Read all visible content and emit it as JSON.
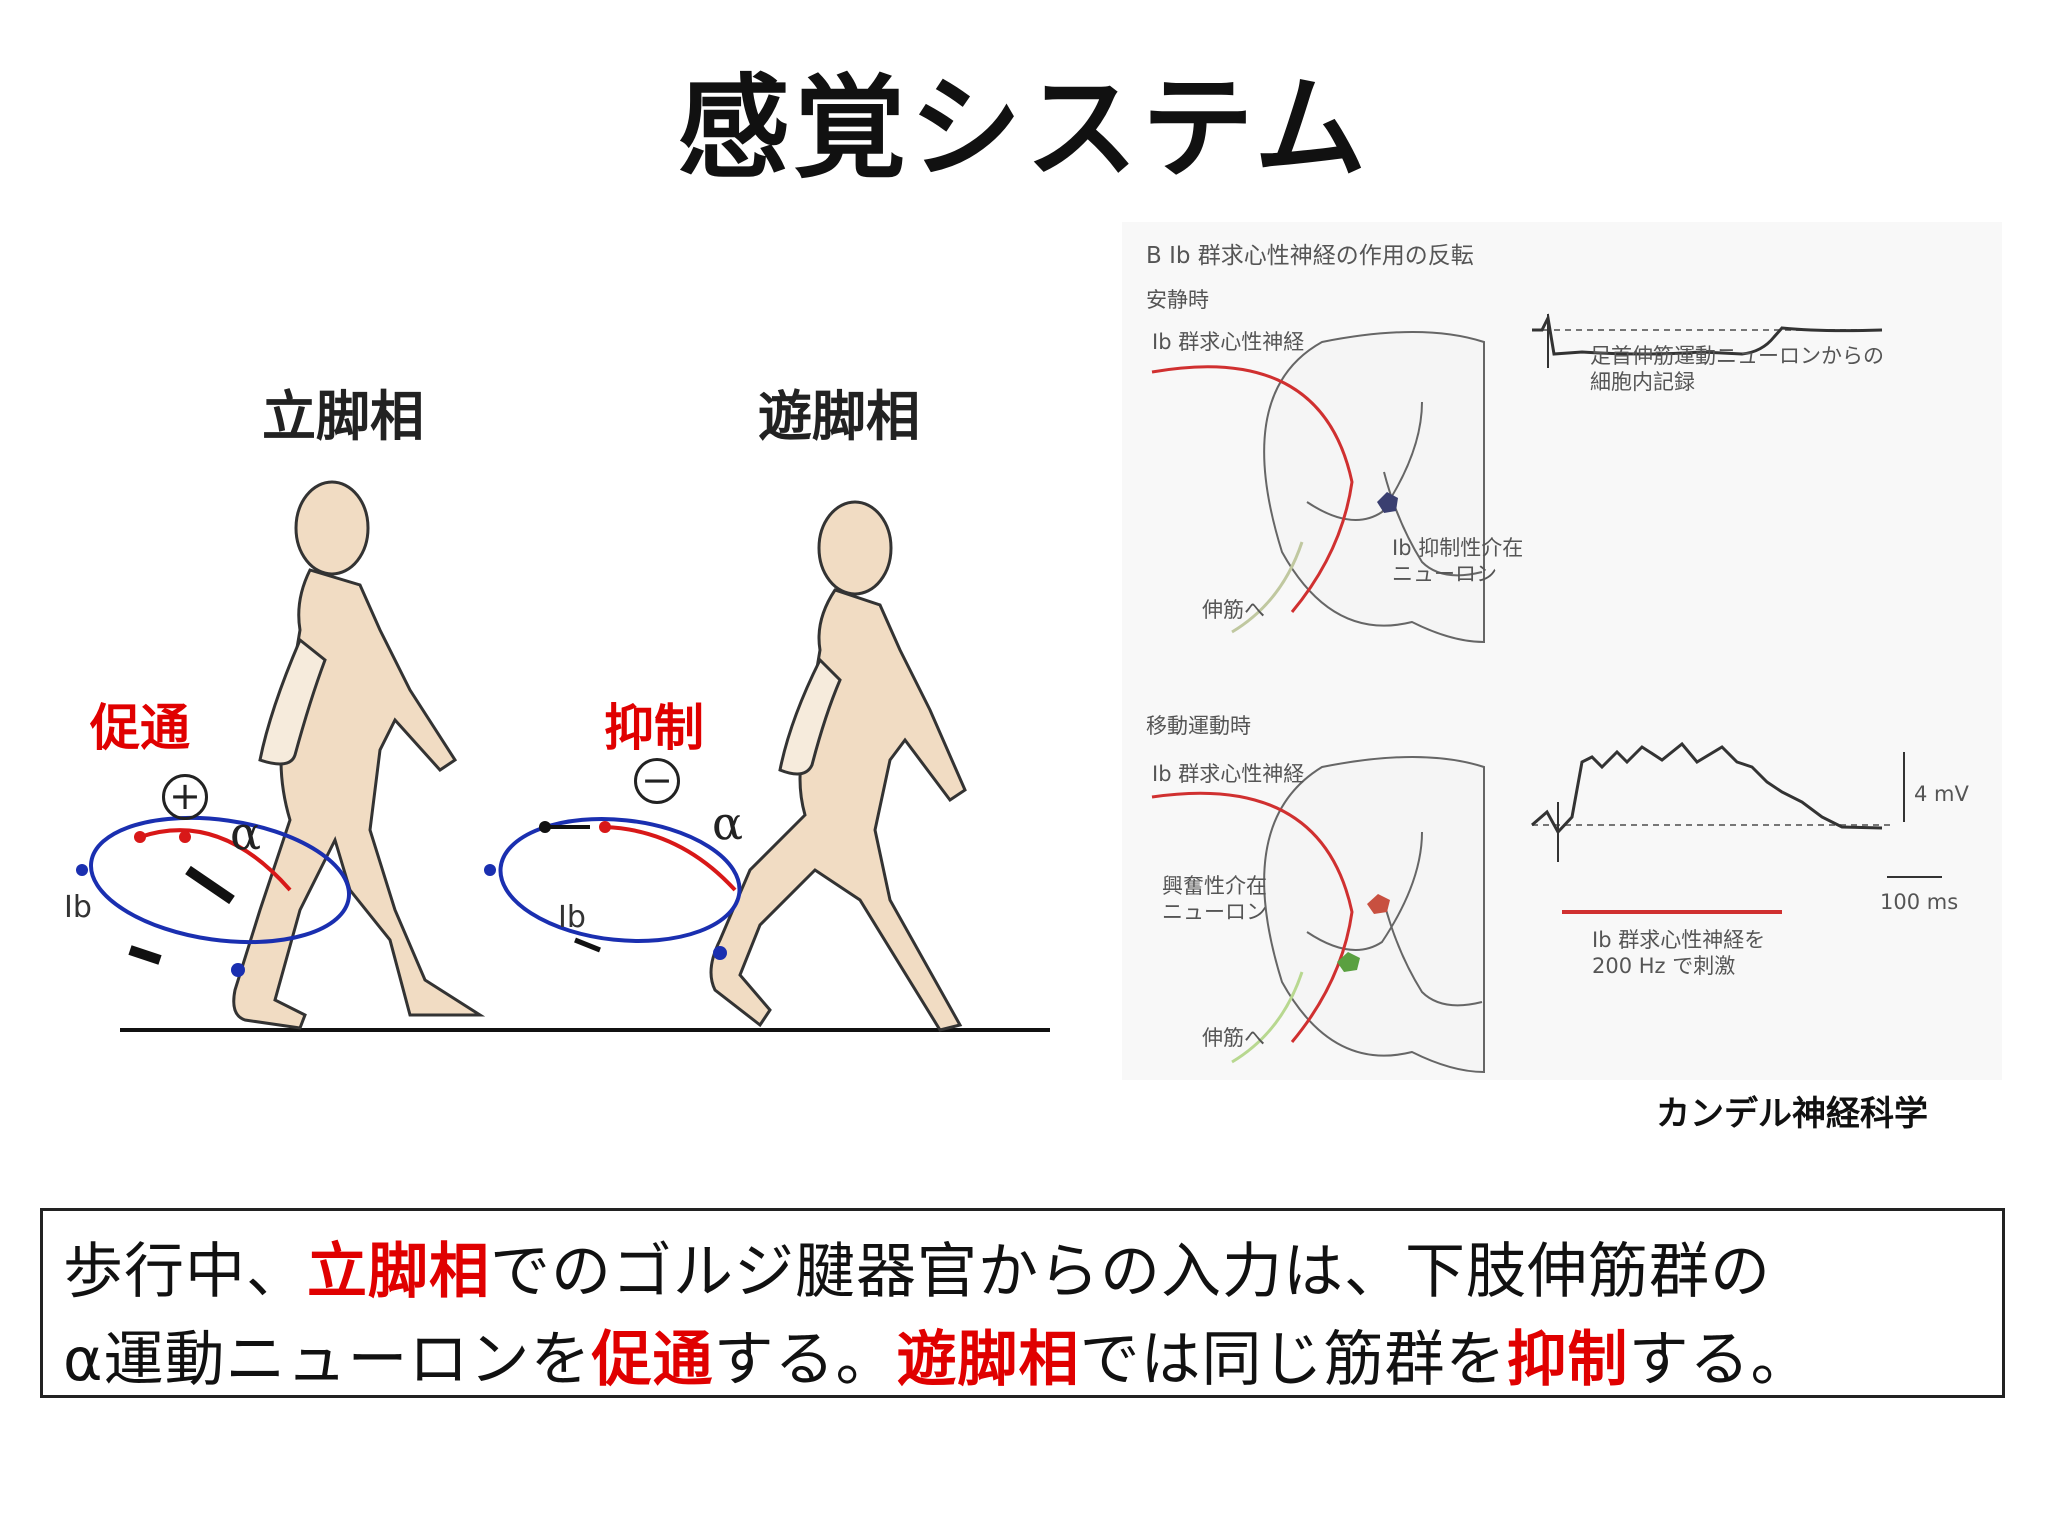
{
  "title": "感覚システム",
  "left_figure": {
    "stance": {
      "heading": "立脚相",
      "label": "促通",
      "sign": "+",
      "alpha": "α",
      "ib": "Ib"
    },
    "swing": {
      "heading": "遊脚相",
      "label": "抑制",
      "sign": "−",
      "alpha": "α",
      "ib": "Ib"
    }
  },
  "right_figure": {
    "heading": "B  Ib 群求心性神経の作用の反転",
    "rest": {
      "label": "安静時",
      "ib_nerve": "Ib 群求心性神経",
      "interneuron_line1": "Ib 抑制性介在",
      "interneuron_line2": "ニューロン",
      "to_muscle": "伸筋へ",
      "recording_line1": "足首伸筋運動ニューロンからの",
      "recording_line2": "細胞内記録"
    },
    "locomotion": {
      "label": "移動運動時",
      "ib_nerve": "Ib 群求心性神経",
      "interneuron_line1": "興奮性介在",
      "interneuron_line2": "ニューロン",
      "to_muscle": "伸筋へ",
      "scale_v": "4 mV",
      "scale_t": "100 ms",
      "stim_line1": "Ib 群求心性神経を",
      "stim_line2": "200 Hz で刺激"
    },
    "colors": {
      "nerve": "#d03030",
      "interneuron_inhib": "#3a3f70",
      "interneuron_excit": "#5aa040"
    }
  },
  "source": "カンデル神経科学",
  "caption": {
    "line1": [
      {
        "text": "歩行中、",
        "highlight": false
      },
      {
        "text": "立脚相",
        "highlight": true
      },
      {
        "text": "でのゴルジ腱器官からの入力は、下肢伸筋群の",
        "highlight": false
      }
    ],
    "line2": [
      {
        "text": "α運動ニューロンを",
        "highlight": false
      },
      {
        "text": "促通",
        "highlight": true
      },
      {
        "text": "する。",
        "highlight": false
      },
      {
        "text": "遊脚相",
        "highlight": true
      },
      {
        "text": "では同じ筋群を",
        "highlight": false
      },
      {
        "text": "抑制",
        "highlight": true
      },
      {
        "text": "する。",
        "highlight": false
      }
    ]
  }
}
